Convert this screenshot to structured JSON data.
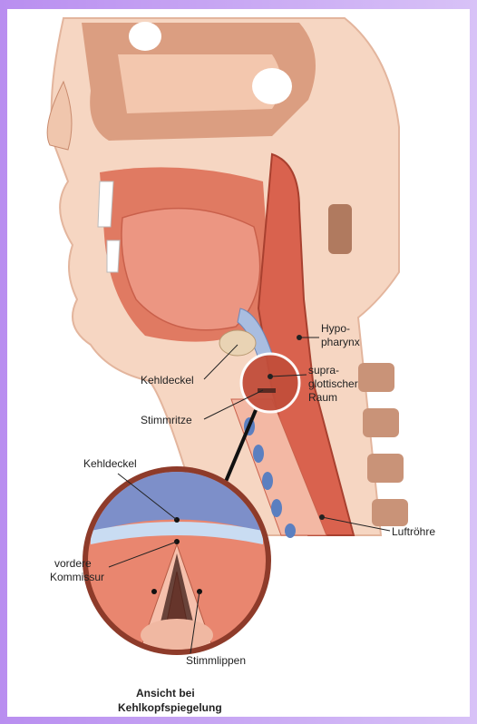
{
  "labels": {
    "hypopharynx_1": "Hypo-",
    "hypopharynx_2": "pharynx",
    "kehldeckel_side": "Kehldeckel",
    "supraglottischer_1": "supra-",
    "supraglottischer_2": "glottischer",
    "supraglottischer_3": "Raum",
    "stimmritze": "Stimmritze",
    "kehldeckel_inset": "Kehldeckel",
    "luftroehre": "Luftröhre",
    "vordere_1": "vordere",
    "vordere_2": "Kommissur",
    "stimmlippen": "Stimmlippen",
    "caption_1": "Ansicht bei",
    "caption_2": "Kehlkopfspiegelung"
  },
  "colors": {
    "frame": "#c9a6f0",
    "skin": "#f6d6c2",
    "bone": "#cf8d6e",
    "muscle": "#d9624e",
    "cartilage": "#a9bde0",
    "dark": "#5a2a22"
  }
}
